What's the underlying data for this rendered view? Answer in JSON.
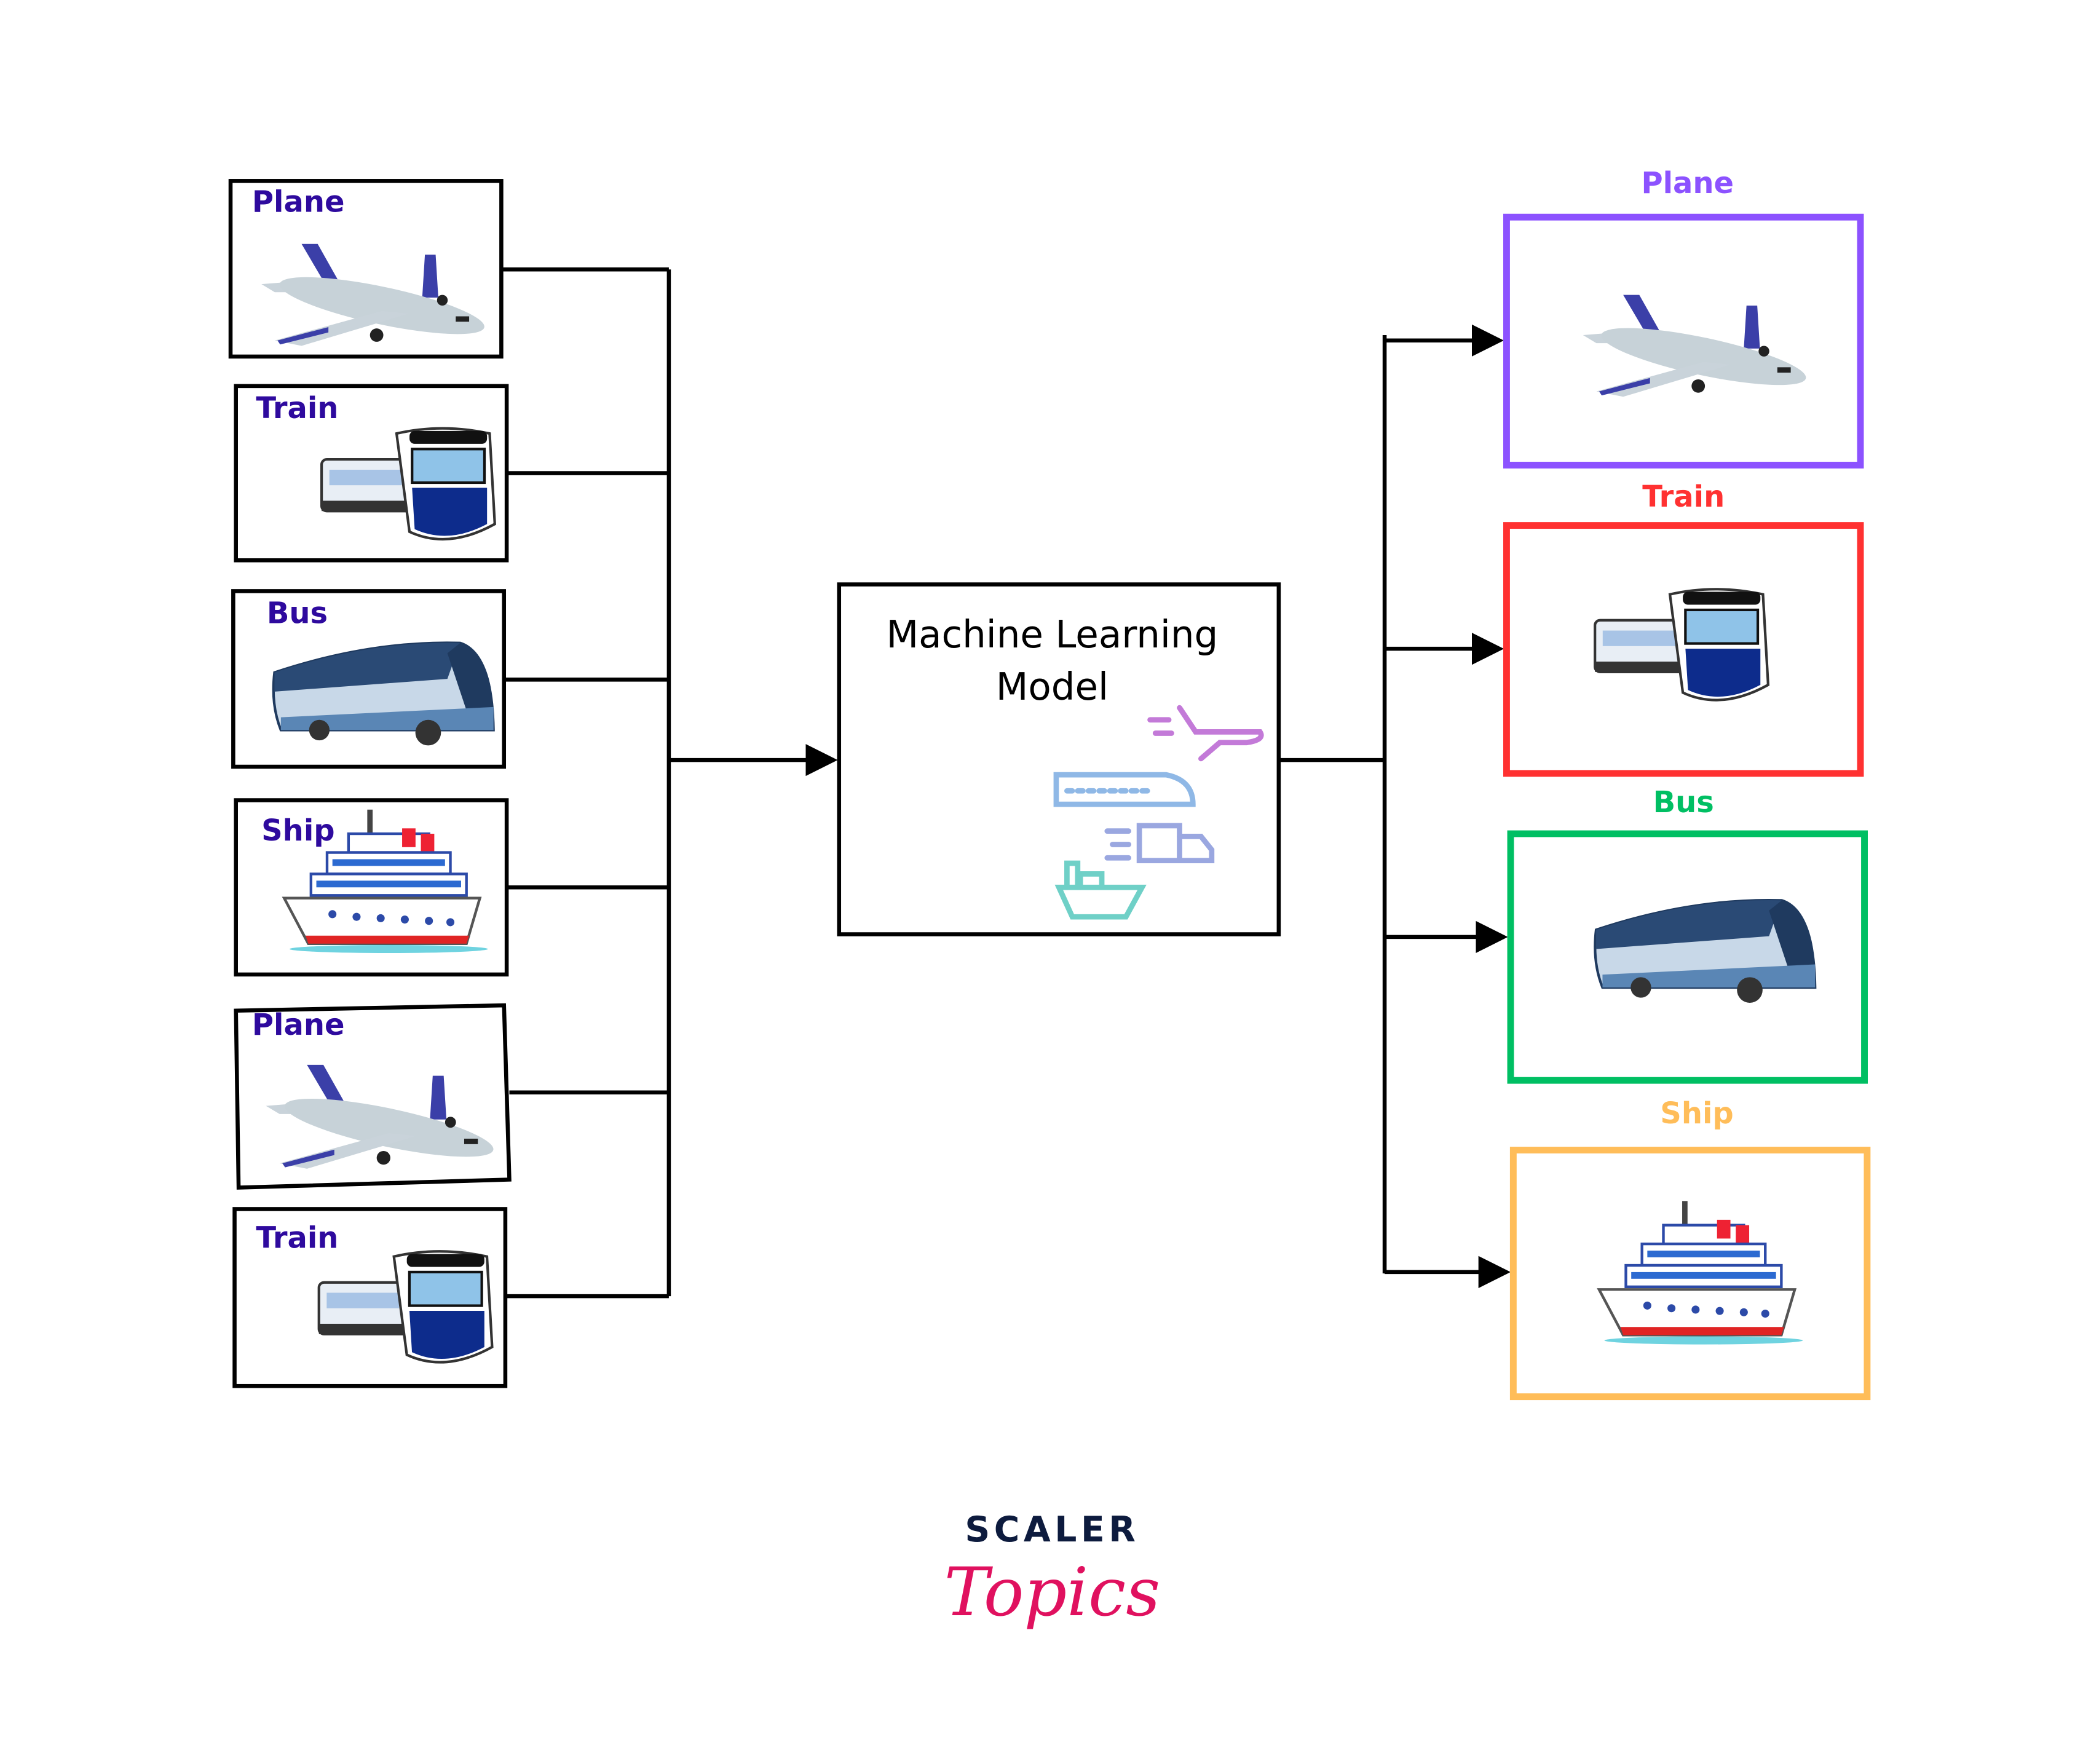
{
  "inputs": [
    {
      "label": "Plane",
      "icon": "plane-icon"
    },
    {
      "label": "Train",
      "icon": "train-icon"
    },
    {
      "label": "Bus",
      "icon": "bus-icon"
    },
    {
      "label": "Ship",
      "icon": "ship-icon"
    },
    {
      "label": "Plane",
      "icon": "plane-icon"
    },
    {
      "label": "Train",
      "icon": "train-icon"
    }
  ],
  "input_label_color": "#2e0a9e",
  "model": {
    "title_line1": "Machine Learning",
    "title_line2": "Model"
  },
  "outputs": [
    {
      "label": "Plane",
      "color": "#8c52ff",
      "icon": "plane-icon"
    },
    {
      "label": "Train",
      "color": "#ff3131",
      "icon": "train-icon"
    },
    {
      "label": "Bus",
      "color": "#00bf63",
      "icon": "bus-icon"
    },
    {
      "label": "Ship",
      "color": "#ffbd59",
      "icon": "ship-icon"
    }
  ],
  "logo": {
    "line1": "SCALER",
    "line2": "Topics"
  }
}
